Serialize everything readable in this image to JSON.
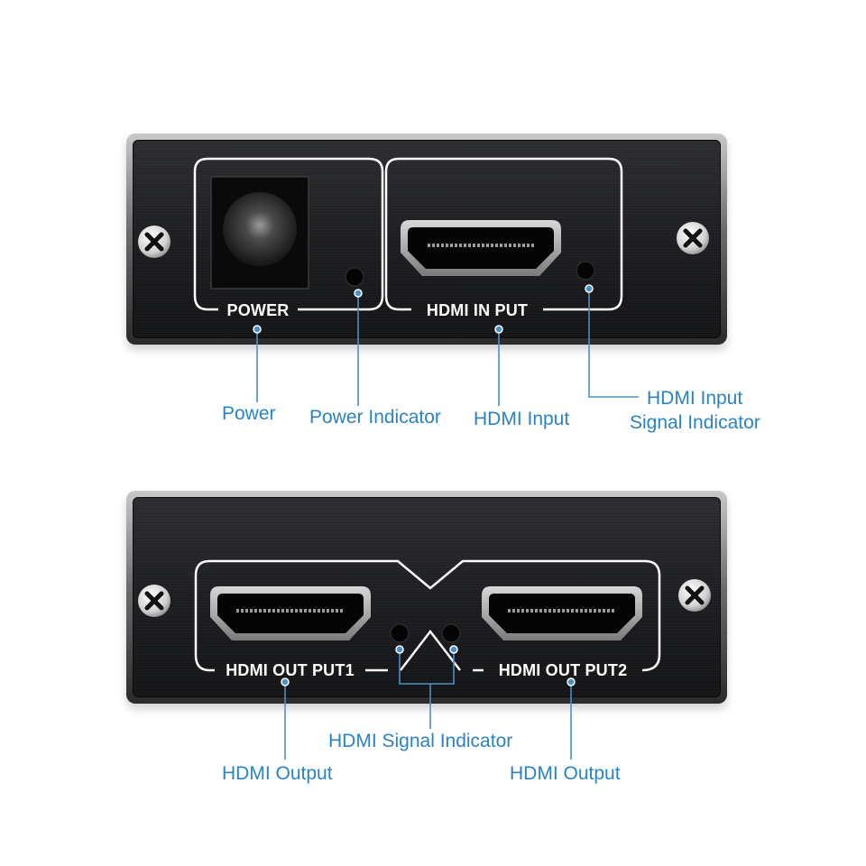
{
  "panels": {
    "top": {
      "power_port_label": "POWER",
      "hdmi_input_port_label": "HDMI IN PUT"
    },
    "bottom": {
      "hdmi_output1_port_label": "HDMI OUT PUT1",
      "hdmi_output2_port_label": "HDMI OUT PUT2"
    }
  },
  "callouts": {
    "power": "Power",
    "power_indicator": "Power Indicator",
    "hdmi_input": "HDMI Input",
    "hdmi_input_signal_indicator": [
      "HDMI Input",
      "Signal Indicator"
    ],
    "hdmi_signal_indicator": "HDMI Signal Indicator",
    "hdmi_output_1": "HDMI Output",
    "hdmi_output_2": "HDMI Output"
  },
  "colors": {
    "callout_text": "#2a83c2",
    "callout_line": "#4a90c8",
    "panel_dark": "#1c1d20",
    "panel_outline": "#ffffff"
  }
}
